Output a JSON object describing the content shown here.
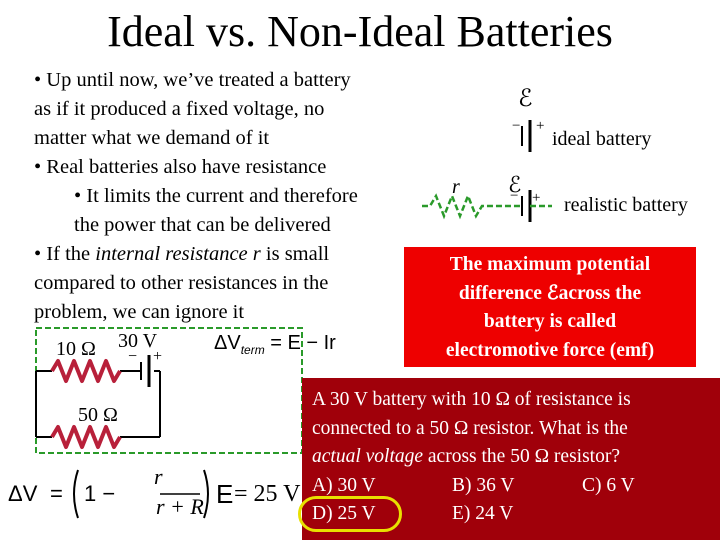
{
  "slide": {
    "title": "Ideal vs. Non-Ideal Batteries",
    "bullets": {
      "b1_l1": "• Up until now, we’ve treated a battery",
      "b1_l2": "as if it produced a fixed voltage, no",
      "b1_l3": "matter what we demand of it",
      "b2": "• Real batteries also have resistance",
      "b3_l1": "• It limits the current and therefore",
      "b3_l2": "the power that can be delivered",
      "b4_pre": "• If the ",
      "b4_em": "internal resistance r",
      "b4_post": " is small",
      "b4_l2": "compared to other resistances in the",
      "b4_l3": "problem, we can ignore it"
    },
    "circuit": {
      "r10_label": "10 Ω",
      "v30_label": "30 V",
      "r50_label": "50 Ω",
      "minus": "−",
      "plus": "+"
    },
    "formula_term": {
      "lhs": "ΔV",
      "sub": "term",
      "rhs": " = E − Ir"
    },
    "formula_big": {
      "lhs": "ΔV",
      "eq": "=",
      "one": "1 −",
      "num": "r",
      "den": "r + R",
      "e": "E",
      "result": "= 25 V"
    },
    "batteries": {
      "emf_symbol": "ℰ",
      "ideal_label": "ideal battery",
      "r_label": "r",
      "realistic_label": "realistic battery",
      "minus": "−",
      "plus": "+"
    },
    "emf_box": {
      "l1": "The maximum potential",
      "l2_pre": "difference ",
      "l2_sym": "ℰ",
      "l2_post": "across the",
      "l3": "battery is called",
      "l4": "electromotive force (emf)"
    },
    "question": {
      "l1": "A 30 V battery with 10 Ω of resistance is",
      "l2": "connected to a 50 Ω resistor.  What is the",
      "l3_em": "actual voltage",
      "l3_post": " across the 50 Ω resistor?",
      "a": "A)  30 V",
      "b": "B)  36 V",
      "c": "C)  6 V",
      "d": "D)  25 V",
      "e": "E)  24 V"
    },
    "colors": {
      "emf_box_bg": "#ee0000",
      "question_bg": "#a0000a",
      "resistor": "#b8203a",
      "wire": "#2a9a2a",
      "highlight_ring": "#e8e000"
    }
  }
}
